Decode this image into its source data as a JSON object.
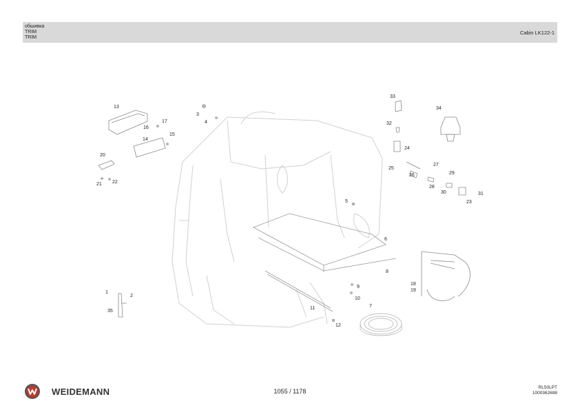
{
  "header": {
    "lines": [
      "обшивка",
      "TRIM",
      "TRIM"
    ],
    "right": "Cabin LK122-1"
  },
  "callouts": [
    "13",
    "3",
    "4",
    "16",
    "17",
    "14",
    "15",
    "20",
    "21",
    "22",
    "33",
    "34",
    "32",
    "24",
    "27",
    "25",
    "26",
    "29",
    "28",
    "30",
    "31",
    "23",
    "5",
    "6",
    "8",
    "18",
    "19",
    "1",
    "2",
    "35",
    "9",
    "10",
    "7",
    "11",
    "12"
  ],
  "footer": {
    "brand": "WEIDEMANN",
    "page": "1055 / 1178",
    "code_line1": "RL50LPT",
    "code_line2": "1000362698"
  },
  "colors": {
    "header_bg": "#d9d9d9",
    "logo_red": "#c0392b",
    "line_faint": "#c8c8c8"
  }
}
